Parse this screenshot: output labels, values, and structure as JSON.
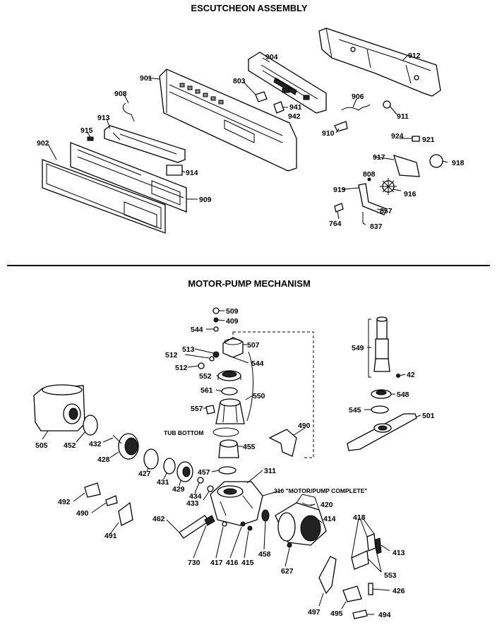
{
  "sections": {
    "escutcheon_title": "ESCUTCHEON ASSEMBLY",
    "motor_title": "MOTOR-PUMP MECHANISM"
  },
  "escutcheon_labels": {
    "p901": "901",
    "p902": "902",
    "p803": "803",
    "p904": "904",
    "p906": "906",
    "p908": "908",
    "p909": "909",
    "p910": "910",
    "p911": "911",
    "p912": "912",
    "p913": "913",
    "p914": "914",
    "p915": "915",
    "p916": "916",
    "p917": "917",
    "p918": "918",
    "p919": "919",
    "p921": "921",
    "p924": "924",
    "p941": "941",
    "p942": "942",
    "p764": "764",
    "p808": "808",
    "p837": "837",
    "p857": "857"
  },
  "motor_labels": {
    "p509": "509",
    "p409": "409",
    "p544a": "544",
    "p507": "507",
    "p513": "513",
    "p512a": "512",
    "p512b": "512",
    "p544b": "544",
    "p552": "552",
    "p550": "550",
    "p561": "561",
    "p557": "557",
    "p549": "549",
    "p42": "42",
    "p548": "548",
    "p545": "545",
    "p501": "501",
    "p505": "505",
    "p452": "452",
    "p432": "432",
    "p428": "428",
    "p427": "427",
    "p431": "431",
    "p429": "429",
    "p434": "434",
    "p433": "433",
    "p455": "455",
    "p457": "457",
    "p490a": "490",
    "p311": "311",
    "p310": "310 \"MOTOR/PUMP COMPLETE\"",
    "p420": "420",
    "p414": "414",
    "p492": "492",
    "p490b": "490",
    "p491": "491",
    "p462": "462",
    "p730": "730",
    "p417": "417",
    "p416": "416",
    "p415": "415",
    "p458": "458",
    "p627": "627",
    "p418": "418",
    "p413": "413",
    "p553": "553",
    "p426": "426",
    "p497": "497",
    "p495": "495",
    "p494": "494",
    "tub_bottom": "TUB BOTTOM"
  }
}
